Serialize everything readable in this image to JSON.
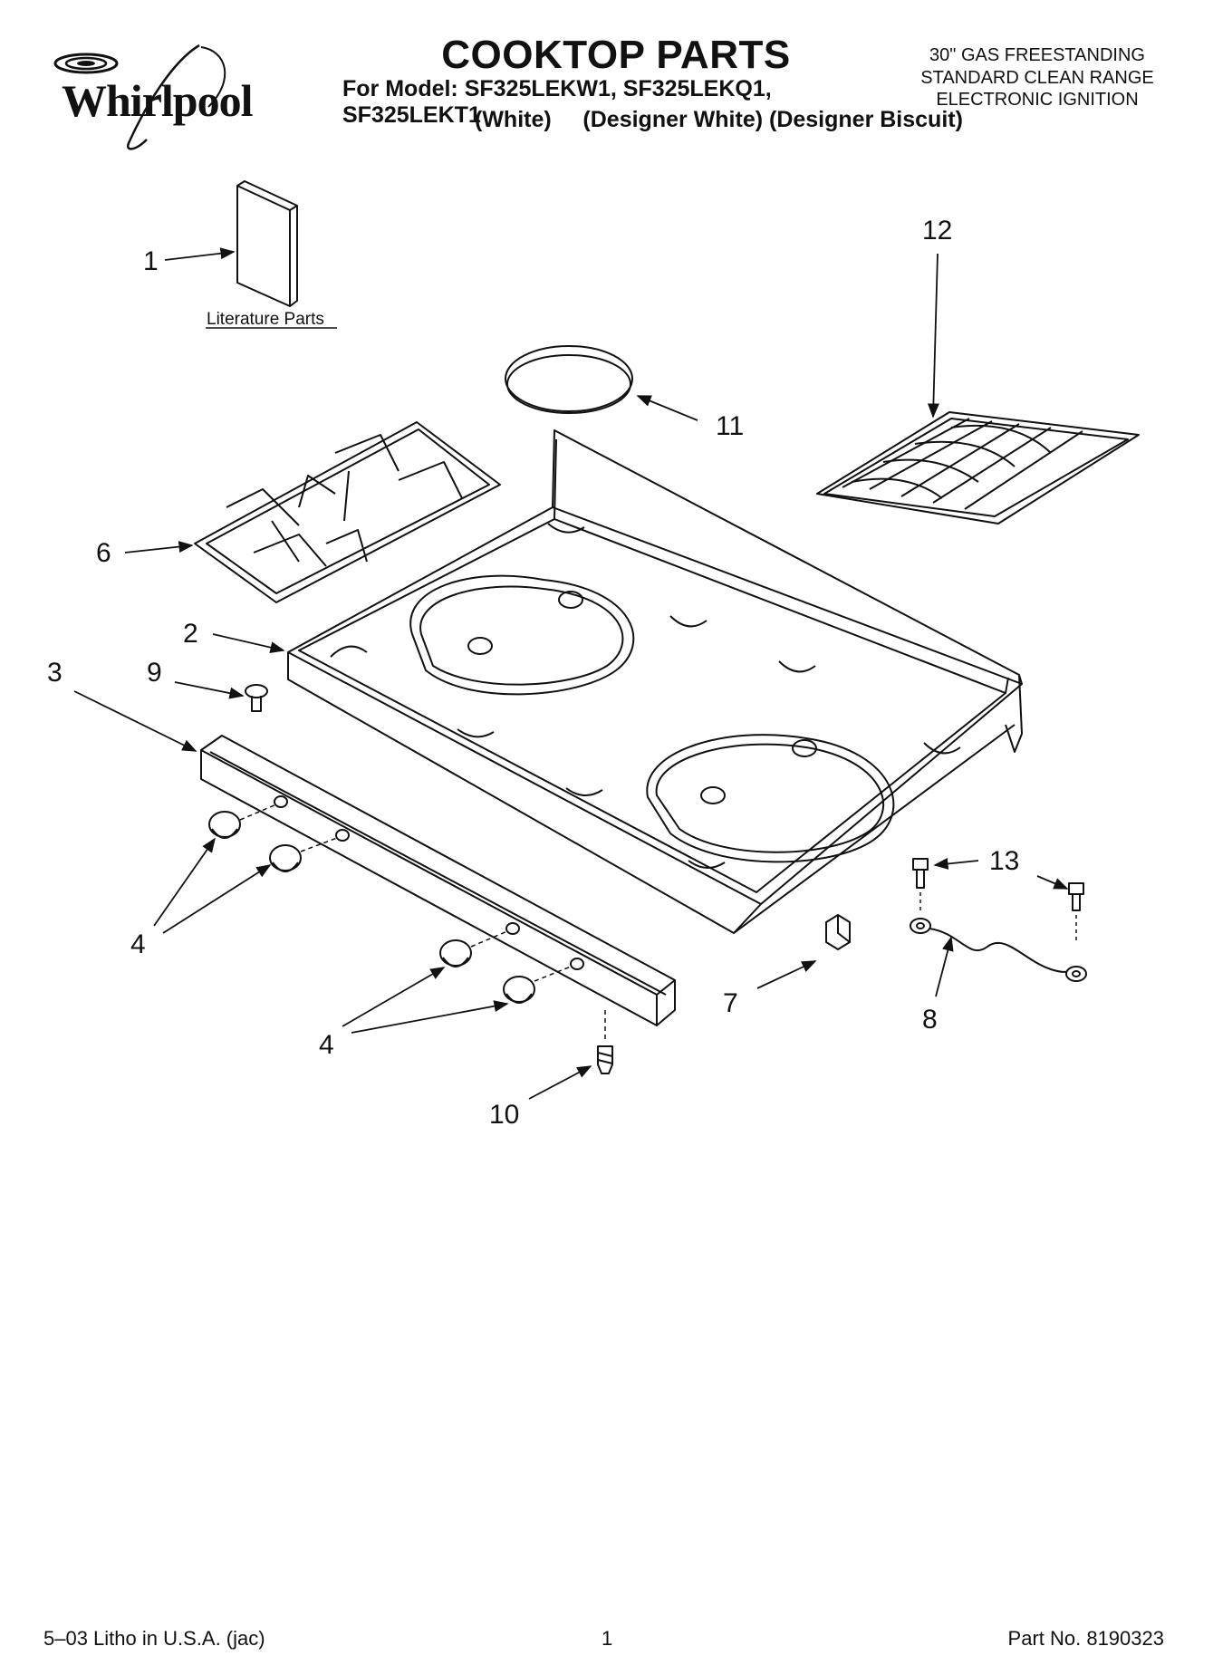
{
  "header": {
    "brand": "Whirlpool",
    "title": "COOKTOP PARTS",
    "model_line": "For Model: SF325LEKW1, SF325LEKQ1, SF325LEKT1",
    "color_line": "(White)     (Designer White) (Designer Biscuit)",
    "spec": [
      "30\" GAS FREESTANDING",
      "STANDARD CLEAN RANGE",
      "ELECTRONIC IGNITION"
    ]
  },
  "diagram": {
    "literature_label": "Literature Parts",
    "callouts": [
      "1",
      "2",
      "3",
      "9",
      "6",
      "11",
      "12",
      "4",
      "4",
      "13",
      "7",
      "8",
      "10"
    ]
  },
  "footer": {
    "left": "5–03 Litho in U.S.A. (jac)",
    "center": "1",
    "right": "Part No. 8190323"
  }
}
